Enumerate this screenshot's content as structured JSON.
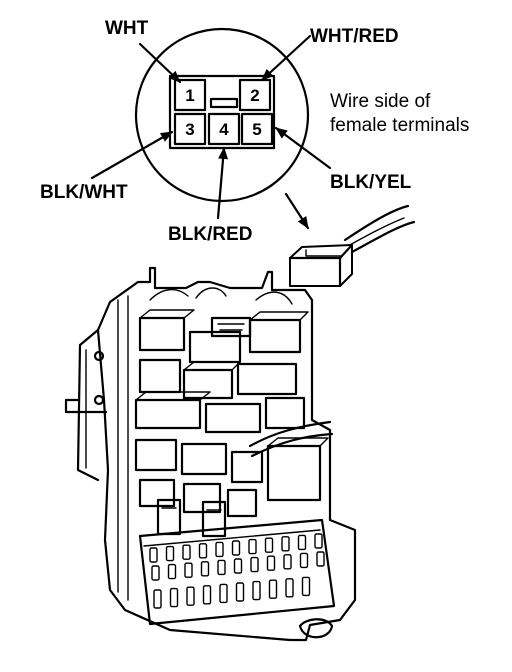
{
  "connector": {
    "terminals": [
      "1",
      "2",
      "3",
      "4",
      "5"
    ],
    "wires": {
      "t1": "WHT",
      "t2": "WHT/RED",
      "t3": "BLK/WHT",
      "t4": "BLK/RED",
      "t5": "BLK/YEL"
    },
    "note_line1": "Wire side of",
    "note_line2": "female terminals"
  }
}
